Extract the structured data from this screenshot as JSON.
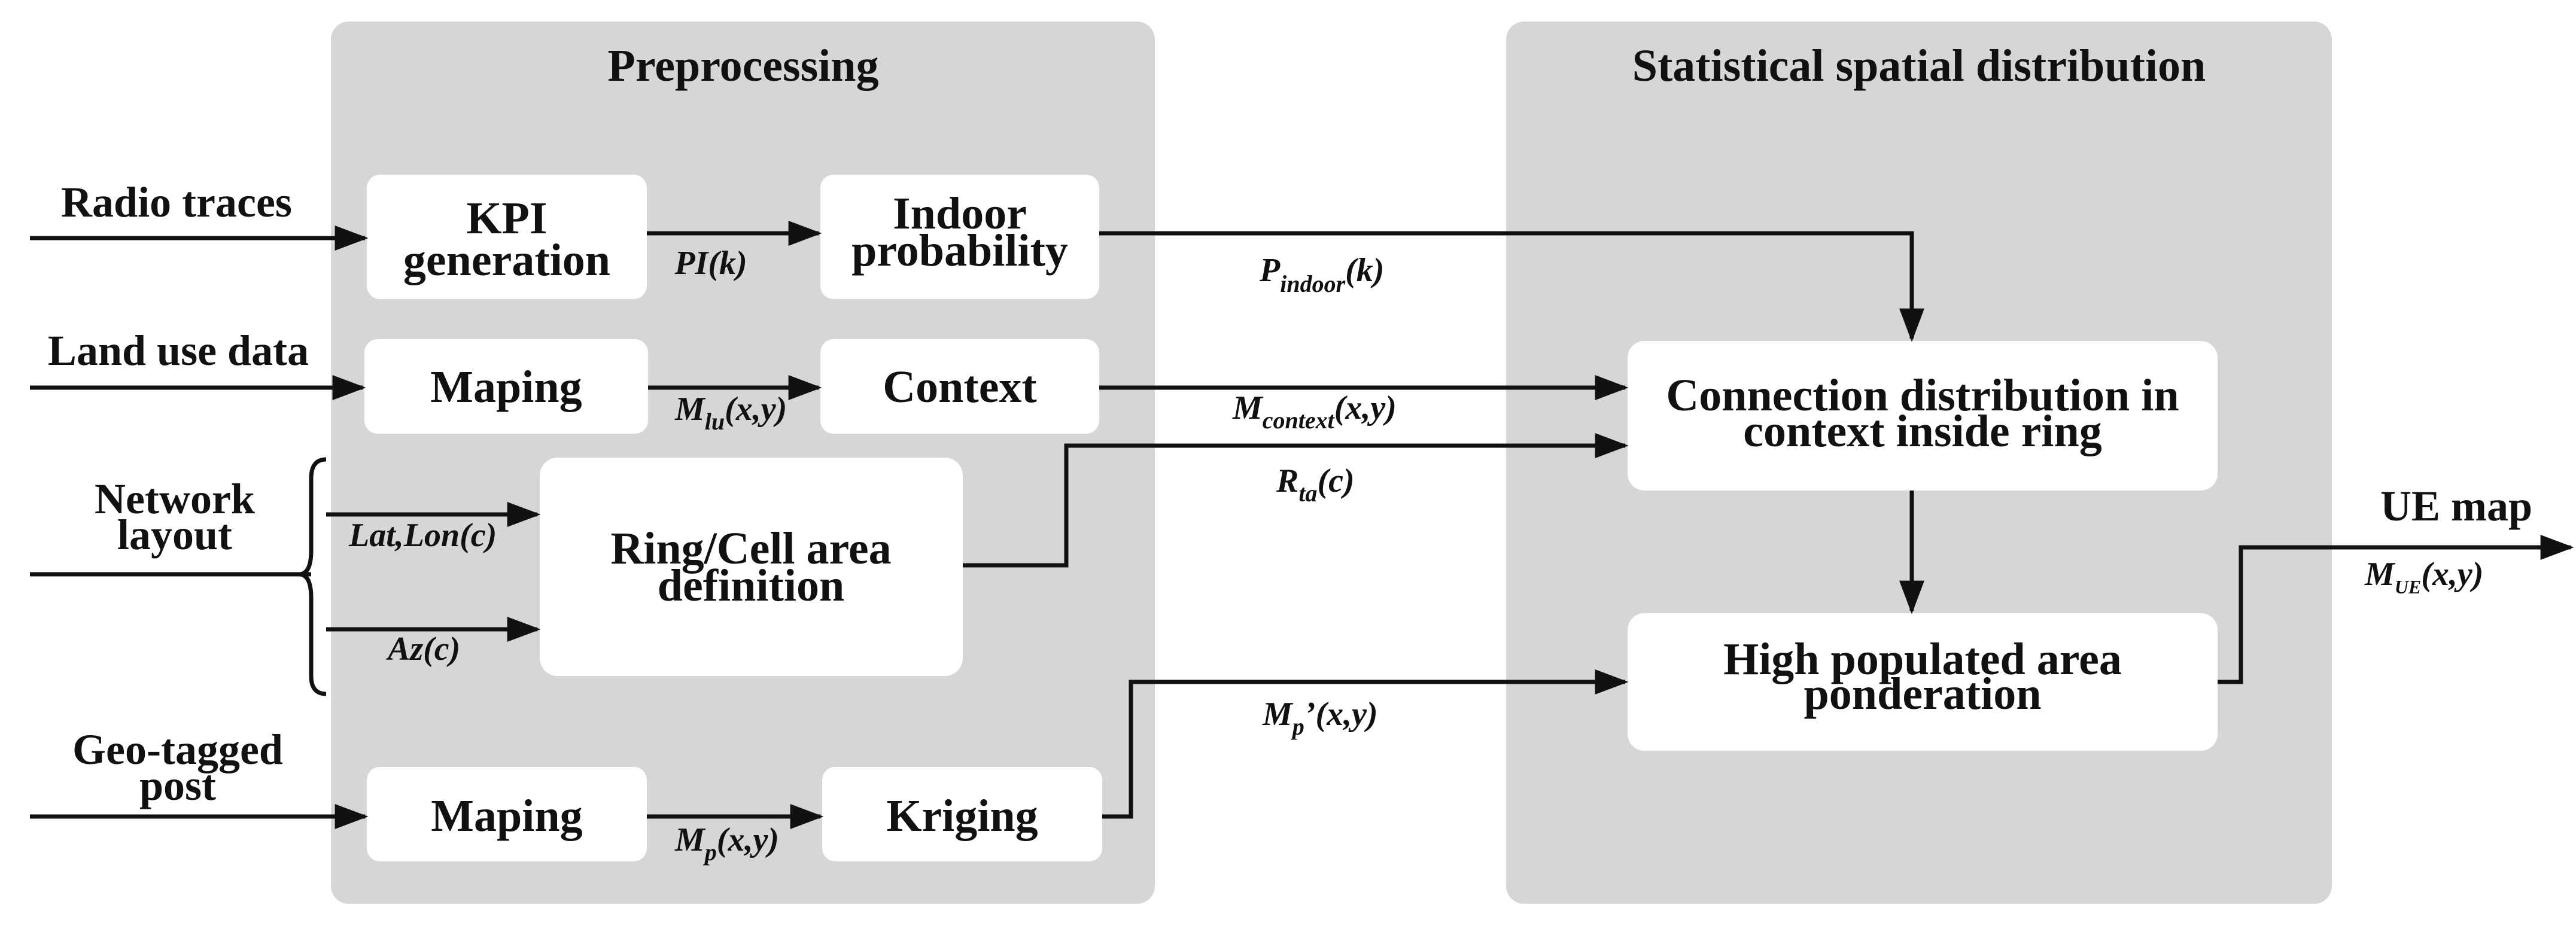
{
  "panels": {
    "preprocessing": "Preprocessing",
    "statistical": "Statistical spatial distribution"
  },
  "inputs": {
    "radio_traces": "Radio traces",
    "land_use_data": "Land use data",
    "network_layout": [
      "Network",
      "layout"
    ],
    "geo_tagged_post": [
      "Geo-tagged",
      "post"
    ]
  },
  "boxes": {
    "kpi_generation": [
      "KPI",
      "generation"
    ],
    "indoor_probability": [
      "Indoor",
      "probability"
    ],
    "maping_land": "Maping",
    "context": "Context",
    "ring_cell_area": [
      "Ring/Cell area",
      "definition"
    ],
    "maping_geo": "Maping",
    "kriging": "Kriging",
    "connection_distribution": [
      "Connection distribution in",
      "context inside ring"
    ],
    "high_populated": [
      "High populated area",
      "ponderation"
    ]
  },
  "labels": {
    "pi_k": "PI(k)",
    "p_indoor": {
      "main": "P",
      "sub": "indoor",
      "tail": "(k)"
    },
    "m_lu": {
      "main": "M",
      "sub": "lu",
      "tail": "(x,y)"
    },
    "m_context": {
      "main": "M",
      "sub": "context",
      "tail": "(x,y)"
    },
    "r_ta": {
      "main": "R",
      "sub": "ta",
      "tail": "(c)"
    },
    "lat_lon": "Lat,Lon(c)",
    "az": "Az(c)",
    "m_p_prime": {
      "main": "M",
      "sub": "p",
      "tail": "’(x,y)"
    },
    "m_p": {
      "main": "M",
      "sub": "p",
      "tail": "(x,y)"
    },
    "m_ue": {
      "main": "M",
      "sub": "UE",
      "tail": "(x,y)"
    }
  },
  "output": {
    "ue_map": "UE map"
  }
}
